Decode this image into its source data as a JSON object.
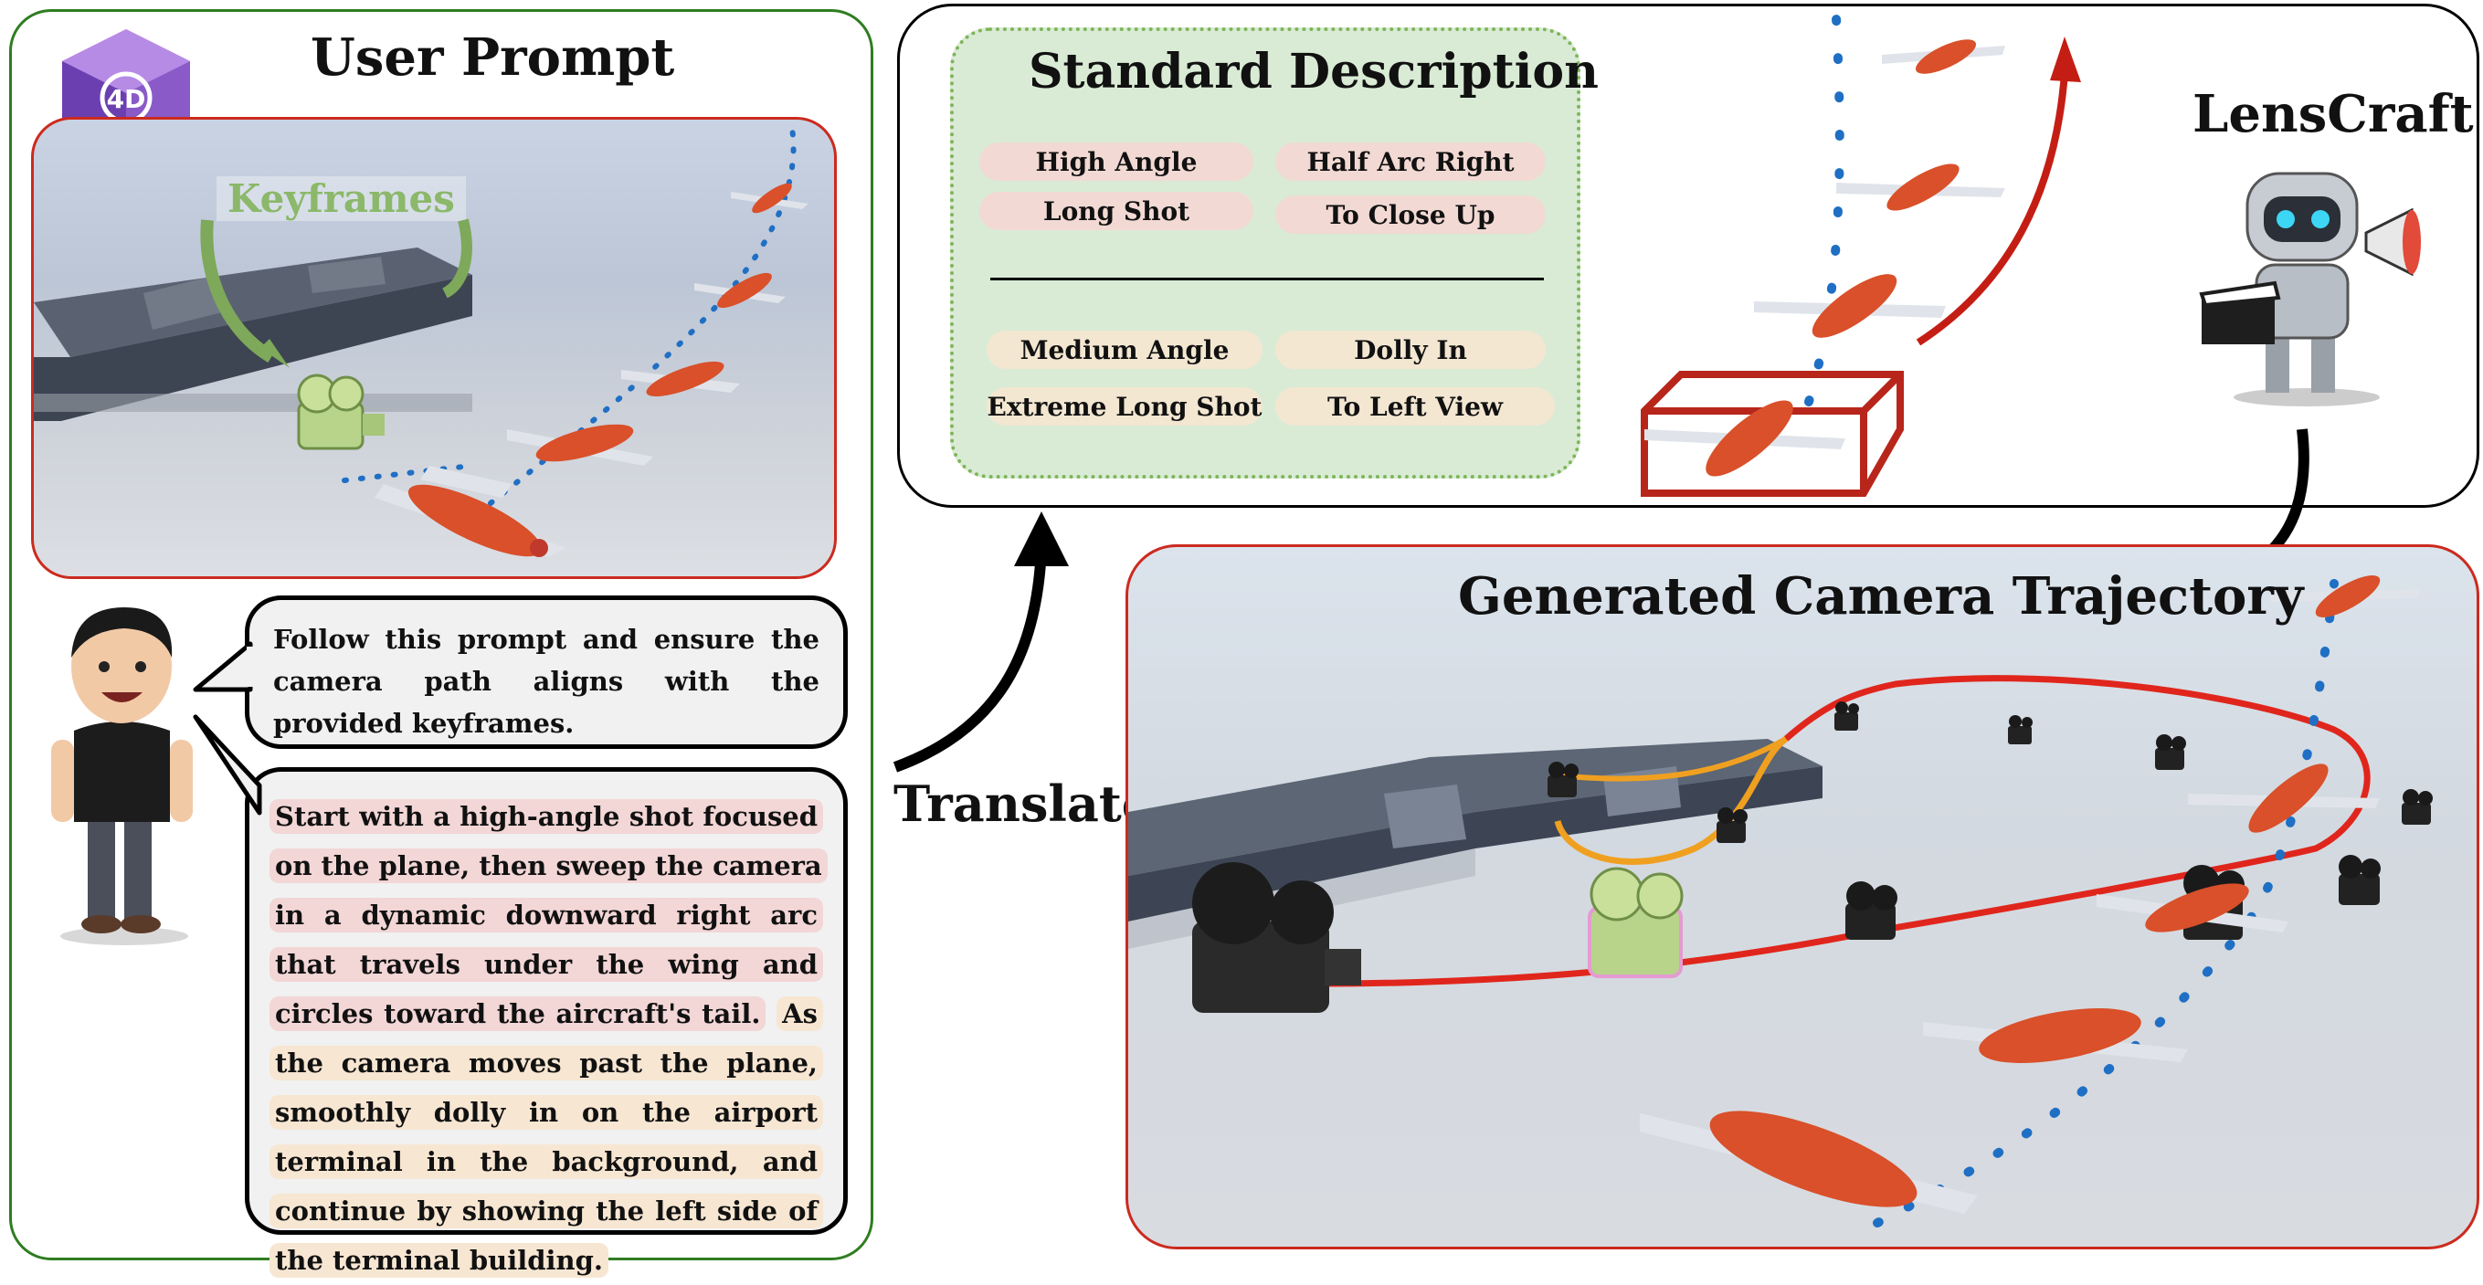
{
  "user_prompt": {
    "title": "User Prompt",
    "badge": "4D",
    "keyframes_label": "Keyframes",
    "instruction": "Follow this prompt and ensure the camera path aligns with the provided keyframes.",
    "description_part1": "Start with a high-angle shot focused on the plane, then sweep the camera in a dynamic downward right arc that travels under the wing and circles toward the aircraft's tail.",
    "description_part2": "As the camera moves past the plane, smoothly dolly in on the airport terminal in the background, and continue by showing the left side of the terminal building."
  },
  "translate_label": "Translate",
  "standard_description": {
    "title": "Standard Description",
    "group1": [
      "High Angle",
      "Half Arc Right",
      "Long Shot",
      "To Close Up"
    ],
    "group2": [
      "Medium Angle",
      "Dolly In",
      "Extreme Long Shot",
      "To Left View"
    ]
  },
  "lenscraft": {
    "title": "LensCraft"
  },
  "generated": {
    "title": "Generated Camera Trajectory"
  },
  "colors": {
    "green_frame": "#2f7d20",
    "red_frame": "#cc2a1f",
    "red_highlight": "#f3d6d6",
    "yellow_highlight": "#f7e6d2",
    "dashed_green": "#7fb55a",
    "trajectory_red": "#e0261c",
    "trajectory_orange": "#f0a020",
    "plane_path_blue": "#1f6fc4"
  },
  "icons": [
    "cube-4d-icon",
    "camera-icon",
    "airplane-icon",
    "robot-icon",
    "megaphone-icon",
    "clapperboard-icon",
    "user-avatar-icon"
  ]
}
